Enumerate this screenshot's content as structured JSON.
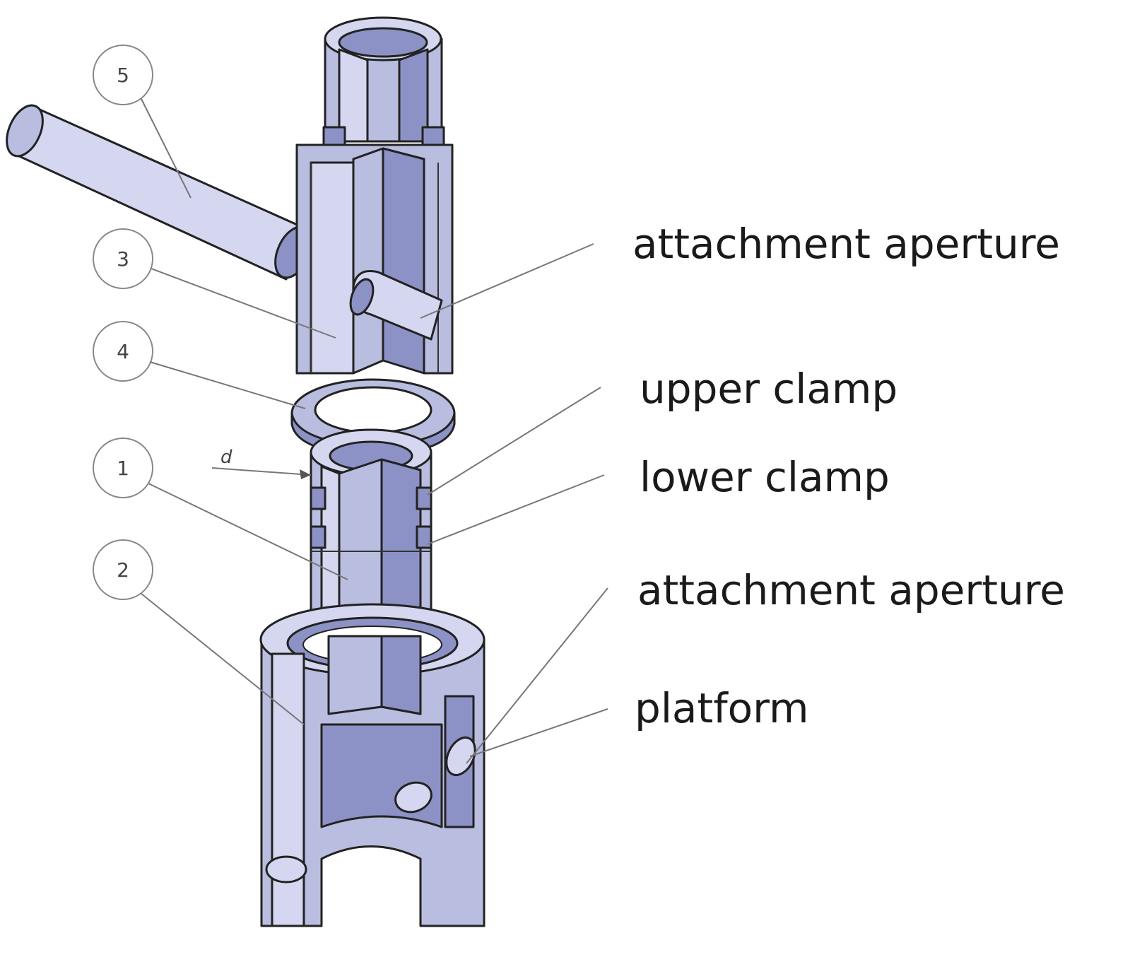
{
  "labels": {
    "attachment_aperture_top": "attachment aperture",
    "upper_clamp": "upper clamp",
    "lower_clamp": "lower clamp",
    "attachment_aperture_bottom": "attachment aperture",
    "platform": "platform"
  },
  "callouts": [
    "5",
    "3",
    "4",
    "1",
    "2"
  ],
  "dimension": "d",
  "colors": {
    "part_fill": "#b9bde0",
    "part_shadow": "#8d92c6",
    "part_highlight": "#d4d7ef",
    "outline": "#222222",
    "leader": "#777777"
  }
}
